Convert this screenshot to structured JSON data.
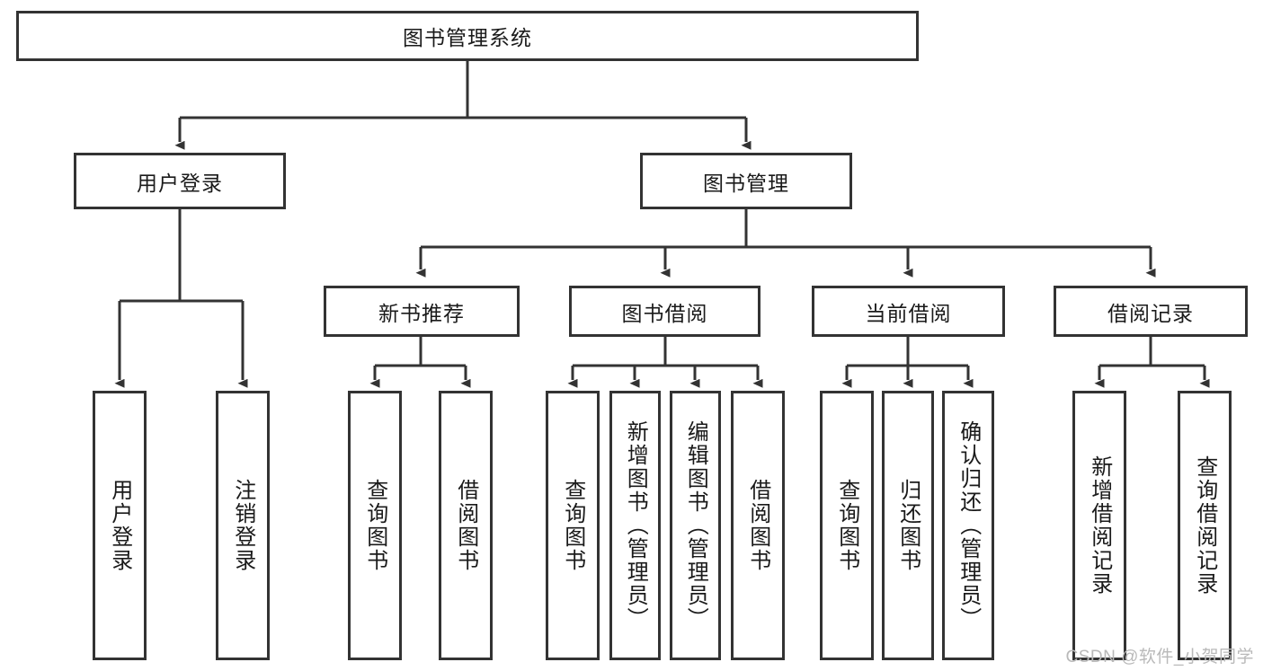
{
  "diagram": {
    "title": "图书管理系统",
    "type": "tree-hierarchy-chart",
    "colors": {
      "border": "#333333",
      "fill": "#ffffff",
      "text": "#1a1a1a",
      "connector": "#333333",
      "watermark": "#b9b9b9"
    },
    "root": {
      "label": "图书管理系统"
    },
    "level2": [
      {
        "label": "用户登录"
      },
      {
        "label": "图书管理"
      }
    ],
    "level3": [
      {
        "label": "新书推荐"
      },
      {
        "label": "图书借阅"
      },
      {
        "label": "当前借阅"
      },
      {
        "label": "借阅记录"
      }
    ],
    "leaves": {
      "user_login": [
        {
          "label": "用户登录"
        },
        {
          "label": "注销登录"
        }
      ],
      "new_book_recommend": [
        {
          "label": "查询图书"
        },
        {
          "label": "借阅图书"
        }
      ],
      "book_borrow": [
        {
          "label": "查询图书"
        },
        {
          "label": "新增图书（管理员）"
        },
        {
          "label": "编辑图书（管理员）"
        },
        {
          "label": "借阅图书"
        }
      ],
      "current_borrow": [
        {
          "label": "查询图书"
        },
        {
          "label": "归还图书"
        },
        {
          "label": "确认归还（管理员）"
        }
      ],
      "borrow_record": [
        {
          "label": "新增借阅记录"
        },
        {
          "label": "查询借阅记录"
        }
      ]
    }
  },
  "watermark": {
    "text": "CSDN @软件_小贺同学"
  }
}
